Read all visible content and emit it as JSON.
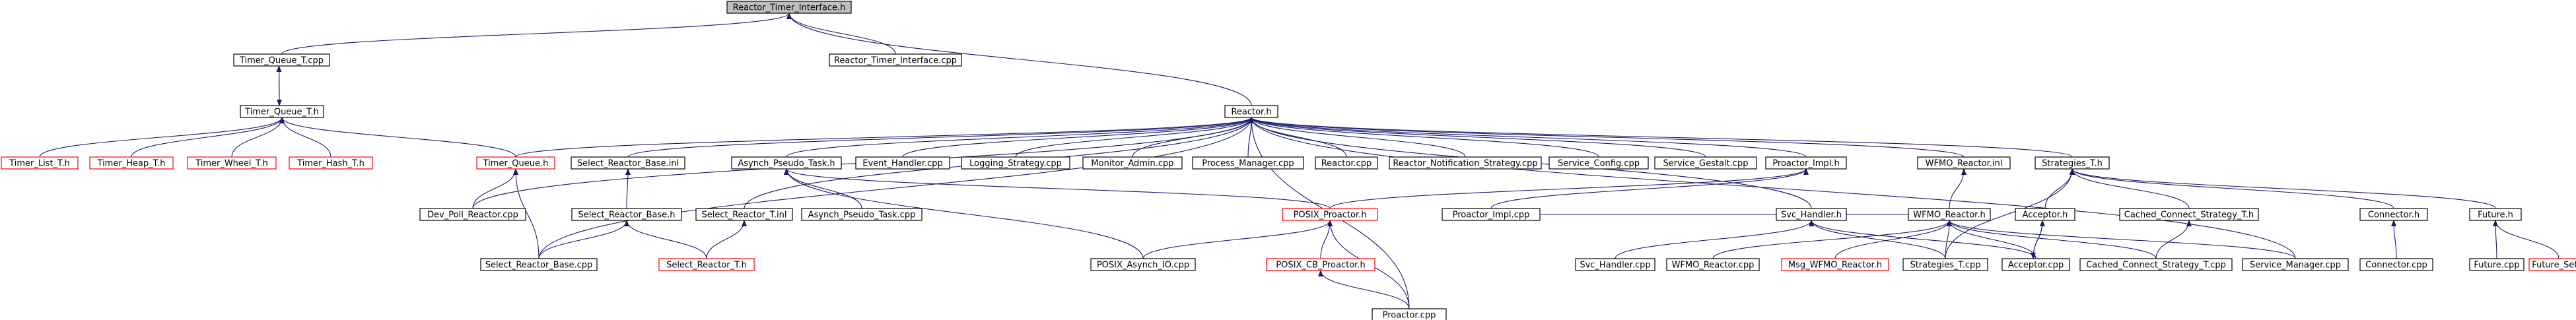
{
  "colors": {
    "edge": "#191970",
    "missing_node_border": "#ff0000",
    "root_fill": "#bfbfbf"
  },
  "graph": {
    "nodes": [
      {
        "id": "reactor_timer_interface_h",
        "label": "Reactor_Timer_Interface.h",
        "root": true
      },
      {
        "id": "timer_queue_t_cpp",
        "label": "Timer_Queue_T.cpp"
      },
      {
        "id": "reactor_timer_interface_cpp",
        "label": "Reactor_Timer_Interface.cpp"
      },
      {
        "id": "timer_queue_t_h",
        "label": "Timer_Queue_T.h"
      },
      {
        "id": "reactor_h",
        "label": "Reactor.h"
      },
      {
        "id": "timer_list_t_h",
        "label": "Timer_List_T.h",
        "missing": true
      },
      {
        "id": "timer_heap_t_h",
        "label": "Timer_Heap_T.h",
        "missing": true
      },
      {
        "id": "timer_wheel_t_h",
        "label": "Timer_Wheel_T.h",
        "missing": true
      },
      {
        "id": "timer_hash_t_h",
        "label": "Timer_Hash_T.h",
        "missing": true
      },
      {
        "id": "timer_queue_h",
        "label": "Timer_Queue.h",
        "missing": true
      },
      {
        "id": "select_reactor_base_inl",
        "label": "Select_Reactor_Base.inl"
      },
      {
        "id": "asynch_pseudo_task_h",
        "label": "Asynch_Pseudo_Task.h"
      },
      {
        "id": "event_handler_cpp",
        "label": "Event_Handler.cpp"
      },
      {
        "id": "logging_strategy_cpp",
        "label": "Logging_Strategy.cpp"
      },
      {
        "id": "monitor_admin_cpp",
        "label": "Monitor_Admin.cpp"
      },
      {
        "id": "process_manager_cpp",
        "label": "Process_Manager.cpp"
      },
      {
        "id": "reactor_cpp",
        "label": "Reactor.cpp"
      },
      {
        "id": "reactor_notification_strategy_cpp",
        "label": "Reactor_Notification_Strategy.cpp"
      },
      {
        "id": "service_config_cpp",
        "label": "Service_Config.cpp"
      },
      {
        "id": "service_gestalt_cpp",
        "label": "Service_Gestalt.cpp"
      },
      {
        "id": "proactor_impl_h",
        "label": "Proactor_Impl.h"
      },
      {
        "id": "wfmo_reactor_inl",
        "label": "WFMO_Reactor.inl"
      },
      {
        "id": "strategies_t_h",
        "label": "Strategies_T.h"
      },
      {
        "id": "dev_poll_reactor_cpp",
        "label": "Dev_Poll_Reactor.cpp"
      },
      {
        "id": "select_reactor_base_h",
        "label": "Select_Reactor_Base.h"
      },
      {
        "id": "select_reactor_t_inl",
        "label": "Select_Reactor_T.inl"
      },
      {
        "id": "asynch_pseudo_task_cpp",
        "label": "Asynch_Pseudo_Task.cpp"
      },
      {
        "id": "posix_proactor_h",
        "label": "POSIX_Proactor.h",
        "missing": true
      },
      {
        "id": "proactor_impl_cpp",
        "label": "Proactor_Impl.cpp"
      },
      {
        "id": "svc_handler_h",
        "label": "Svc_Handler.h"
      },
      {
        "id": "wfmo_reactor_h",
        "label": "WFMO_Reactor.h"
      },
      {
        "id": "acceptor_h",
        "label": "Acceptor.h"
      },
      {
        "id": "cached_connect_strategy_t_h",
        "label": "Cached_Connect_Strategy_T.h"
      },
      {
        "id": "connector_h",
        "label": "Connector.h"
      },
      {
        "id": "future_h",
        "label": "Future.h"
      },
      {
        "id": "select_reactor_base_cpp",
        "label": "Select_Reactor_Base.cpp"
      },
      {
        "id": "select_reactor_t_h",
        "label": "Select_Reactor_T.h",
        "missing": true
      },
      {
        "id": "posix_asynch_io_cpp",
        "label": "POSIX_Asynch_IO.cpp"
      },
      {
        "id": "posix_cb_proactor_h",
        "label": "POSIX_CB_Proactor.h",
        "missing": true
      },
      {
        "id": "svc_handler_cpp",
        "label": "Svc_Handler.cpp"
      },
      {
        "id": "wfmo_reactor_cpp",
        "label": "WFMO_Reactor.cpp"
      },
      {
        "id": "msg_wfmo_reactor_h",
        "label": "Msg_WFMO_Reactor.h",
        "missing": true
      },
      {
        "id": "strategies_t_cpp",
        "label": "Strategies_T.cpp"
      },
      {
        "id": "acceptor_cpp",
        "label": "Acceptor.cpp"
      },
      {
        "id": "cached_connect_strategy_t_cpp",
        "label": "Cached_Connect_Strategy_T.cpp"
      },
      {
        "id": "service_manager_cpp",
        "label": "Service_Manager.cpp"
      },
      {
        "id": "connector_cpp",
        "label": "Connector.cpp"
      },
      {
        "id": "future_cpp",
        "label": "Future.cpp"
      },
      {
        "id": "future_set_h",
        "label": "Future_Set.h",
        "missing": true
      },
      {
        "id": "proactor_cpp",
        "label": "Proactor.cpp"
      }
    ],
    "edges": [
      [
        "timer_queue_t_cpp",
        "reactor_timer_interface_h"
      ],
      [
        "reactor_timer_interface_cpp",
        "reactor_timer_interface_h"
      ],
      [
        "reactor_h",
        "reactor_timer_interface_h"
      ],
      [
        "timer_queue_t_h",
        "timer_queue_t_cpp"
      ],
      [
        "timer_queue_t_cpp",
        "timer_queue_t_h"
      ],
      [
        "timer_list_t_h",
        "timer_queue_t_h"
      ],
      [
        "timer_heap_t_h",
        "timer_queue_t_h"
      ],
      [
        "timer_wheel_t_h",
        "timer_queue_t_h"
      ],
      [
        "timer_hash_t_h",
        "timer_queue_t_h"
      ],
      [
        "timer_queue_h",
        "timer_queue_t_h"
      ],
      [
        "timer_queue_h",
        "reactor_h"
      ],
      [
        "dev_poll_reactor_cpp",
        "reactor_h"
      ],
      [
        "select_reactor_base_inl",
        "reactor_h"
      ],
      [
        "select_reactor_base_cpp",
        "reactor_h"
      ],
      [
        "select_reactor_t_inl",
        "reactor_h"
      ],
      [
        "asynch_pseudo_task_h",
        "reactor_h"
      ],
      [
        "event_handler_cpp",
        "reactor_h"
      ],
      [
        "logging_strategy_cpp",
        "reactor_h"
      ],
      [
        "monitor_admin_cpp",
        "reactor_h"
      ],
      [
        "process_manager_cpp",
        "reactor_h"
      ],
      [
        "reactor_cpp",
        "reactor_h"
      ],
      [
        "reactor_notification_strategy_cpp",
        "reactor_h"
      ],
      [
        "service_config_cpp",
        "reactor_h"
      ],
      [
        "service_gestalt_cpp",
        "reactor_h"
      ],
      [
        "proactor_impl_h",
        "reactor_h"
      ],
      [
        "wfmo_reactor_inl",
        "reactor_h"
      ],
      [
        "strategies_t_h",
        "reactor_h"
      ],
      [
        "svc_handler_h",
        "reactor_h"
      ],
      [
        "service_manager_cpp",
        "reactor_h"
      ],
      [
        "proactor_cpp",
        "reactor_h"
      ],
      [
        "dev_poll_reactor_cpp",
        "timer_queue_h"
      ],
      [
        "select_reactor_base_cpp",
        "timer_queue_h"
      ],
      [
        "select_reactor_base_h",
        "select_reactor_base_inl"
      ],
      [
        "select_reactor_base_cpp",
        "select_reactor_base_h"
      ],
      [
        "select_reactor_t_h",
        "select_reactor_base_h"
      ],
      [
        "select_reactor_t_h",
        "select_reactor_t_inl"
      ],
      [
        "asynch_pseudo_task_cpp",
        "asynch_pseudo_task_h"
      ],
      [
        "posix_proactor_h",
        "asynch_pseudo_task_h"
      ],
      [
        "posix_asynch_io_cpp",
        "asynch_pseudo_task_h"
      ],
      [
        "proactor_impl_cpp",
        "proactor_impl_h"
      ],
      [
        "posix_proactor_h",
        "proactor_impl_h"
      ],
      [
        "posix_asynch_io_cpp",
        "posix_proactor_h"
      ],
      [
        "posix_cb_proactor_h",
        "posix_proactor_h"
      ],
      [
        "proactor_cpp",
        "posix_proactor_h"
      ],
      [
        "proactor_cpp",
        "posix_cb_proactor_h"
      ],
      [
        "wfmo_reactor_h",
        "wfmo_reactor_inl"
      ],
      [
        "wfmo_reactor_cpp",
        "wfmo_reactor_h"
      ],
      [
        "msg_wfmo_reactor_h",
        "wfmo_reactor_h"
      ],
      [
        "strategies_t_cpp",
        "wfmo_reactor_h"
      ],
      [
        "acceptor_cpp",
        "wfmo_reactor_h"
      ],
      [
        "cached_connect_strategy_t_cpp",
        "wfmo_reactor_h"
      ],
      [
        "service_manager_cpp",
        "wfmo_reactor_h"
      ],
      [
        "proactor_impl_cpp",
        "wfmo_reactor_h"
      ],
      [
        "svc_handler_cpp",
        "svc_handler_h"
      ],
      [
        "strategies_t_cpp",
        "svc_handler_h"
      ],
      [
        "acceptor_cpp",
        "svc_handler_h"
      ],
      [
        "strategies_t_cpp",
        "strategies_t_h"
      ],
      [
        "acceptor_h",
        "strategies_t_h"
      ],
      [
        "cached_connect_strategy_t_h",
        "strategies_t_h"
      ],
      [
        "connector_h",
        "strategies_t_h"
      ],
      [
        "future_h",
        "strategies_t_h"
      ],
      [
        "acceptor_cpp",
        "acceptor_h"
      ],
      [
        "acceptor_h",
        "acceptor_cpp"
      ],
      [
        "cached_connect_strategy_t_cpp",
        "cached_connect_strategy_t_h"
      ],
      [
        "connector_cpp",
        "connector_h"
      ],
      [
        "future_cpp",
        "future_h"
      ],
      [
        "future_set_h",
        "future_h"
      ]
    ]
  }
}
